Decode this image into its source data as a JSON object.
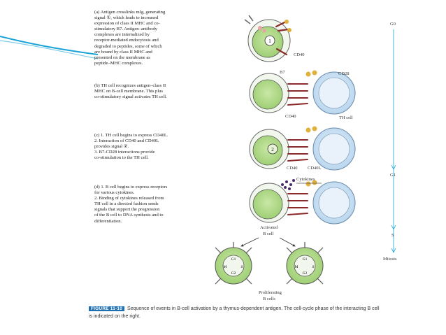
{
  "panels": {
    "a": "(a) Antigen crosslinks mIg, generating\nsignal ①, which leads to increased\nexpression of class II MHC and co-\nstimulatory B7. Antigen–antibody\ncomplexes are internalized by\nreceptor-mediated endocytosis and\ndegraded to peptides, some of which\nare bound by class II MHC and\npresented on the membrane as\npeptide–MHC complexes.",
    "b": "(b) TH cell recognizes antigen–class II\nMHC on B-cell membrane. This plus\nco-stimulatory signal activates TH cell.",
    "c": "(c) 1. TH cell begins to express CD40L.\n     2. Interaction of CD40 and CD40L\n     provides signal ②.\n     3. B7-CD28 interactions provide\n     co-stimulation to the TH cell.",
    "d": "(d) 1. B cell begins to express receptors\n     for various cytokines.\n     2. Binding of cytokines released from\n     TH cell in a directed fashion sends\n     signals that support the progression\n     of the B cell to DNA synthesis and to\n     differentiation."
  },
  "labels": {
    "cd40_a": "CD40",
    "b7": "B7",
    "cd28": "CD28",
    "cd40_b": "CD40",
    "th_cell": "TH cell",
    "cd40_c": "CD40",
    "cd40l": "CD40L",
    "cytokines": "Cytokines",
    "activated_1": "Activated",
    "activated_2": "B cell",
    "proliferating_1": "Proliferating",
    "proliferating_2": "B cells",
    "signal_1": "1",
    "signal_2": "2"
  },
  "phases": {
    "g0": "G0",
    "g1": "G1",
    "s": "S",
    "mitosis": "Mitosis"
  },
  "cycle": {
    "g1": "G1",
    "s": "S",
    "g2": "G2",
    "m": "M"
  },
  "caption": {
    "figure": "FIGURE 11-10",
    "text": "Sequence of events in B-cell activation by a thymus-dependent antigen. The cell-cycle phase of the interacting B cell is indicated on the right."
  },
  "colors": {
    "accent": "#1aa3d6",
    "bcell": "#b5dc8e",
    "tcell": "#cfe4f4",
    "receptor": "#8b2a2a",
    "b7": "#e0b23c"
  }
}
